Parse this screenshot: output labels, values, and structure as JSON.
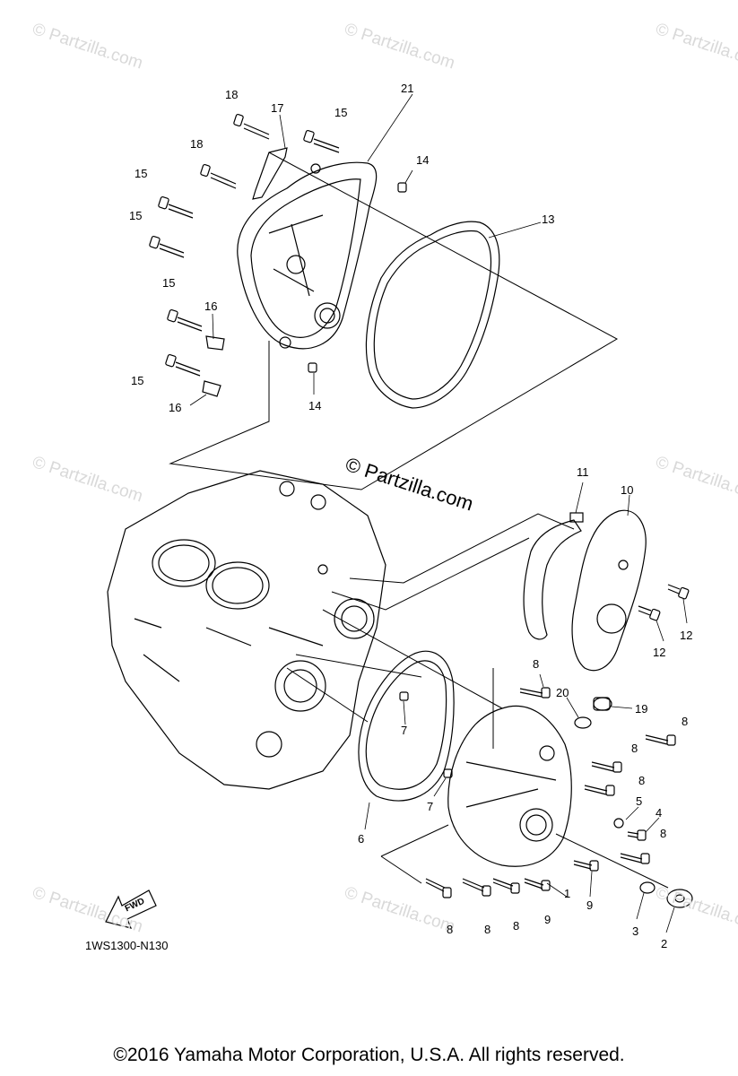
{
  "watermark_small": "© Partzilla.com",
  "watermark_main": "© Partzilla.com",
  "fwd_label": "FWD",
  "diagram_code": "1WS1300-N130",
  "copyright": "©2016  Yamaha Motor Corporation, U.S.A. All rights reserved.",
  "callouts": [
    "21",
    "18",
    "17",
    "15",
    "18",
    "14",
    "15",
    "13",
    "15",
    "15",
    "16",
    "15",
    "16",
    "14",
    "11",
    "10",
    "12",
    "12",
    "8",
    "20",
    "19",
    "8",
    "7",
    "8",
    "8",
    "7",
    "5",
    "4",
    "6",
    "8",
    "3",
    "2",
    "8",
    "8",
    "8",
    "9",
    "9",
    "1"
  ]
}
